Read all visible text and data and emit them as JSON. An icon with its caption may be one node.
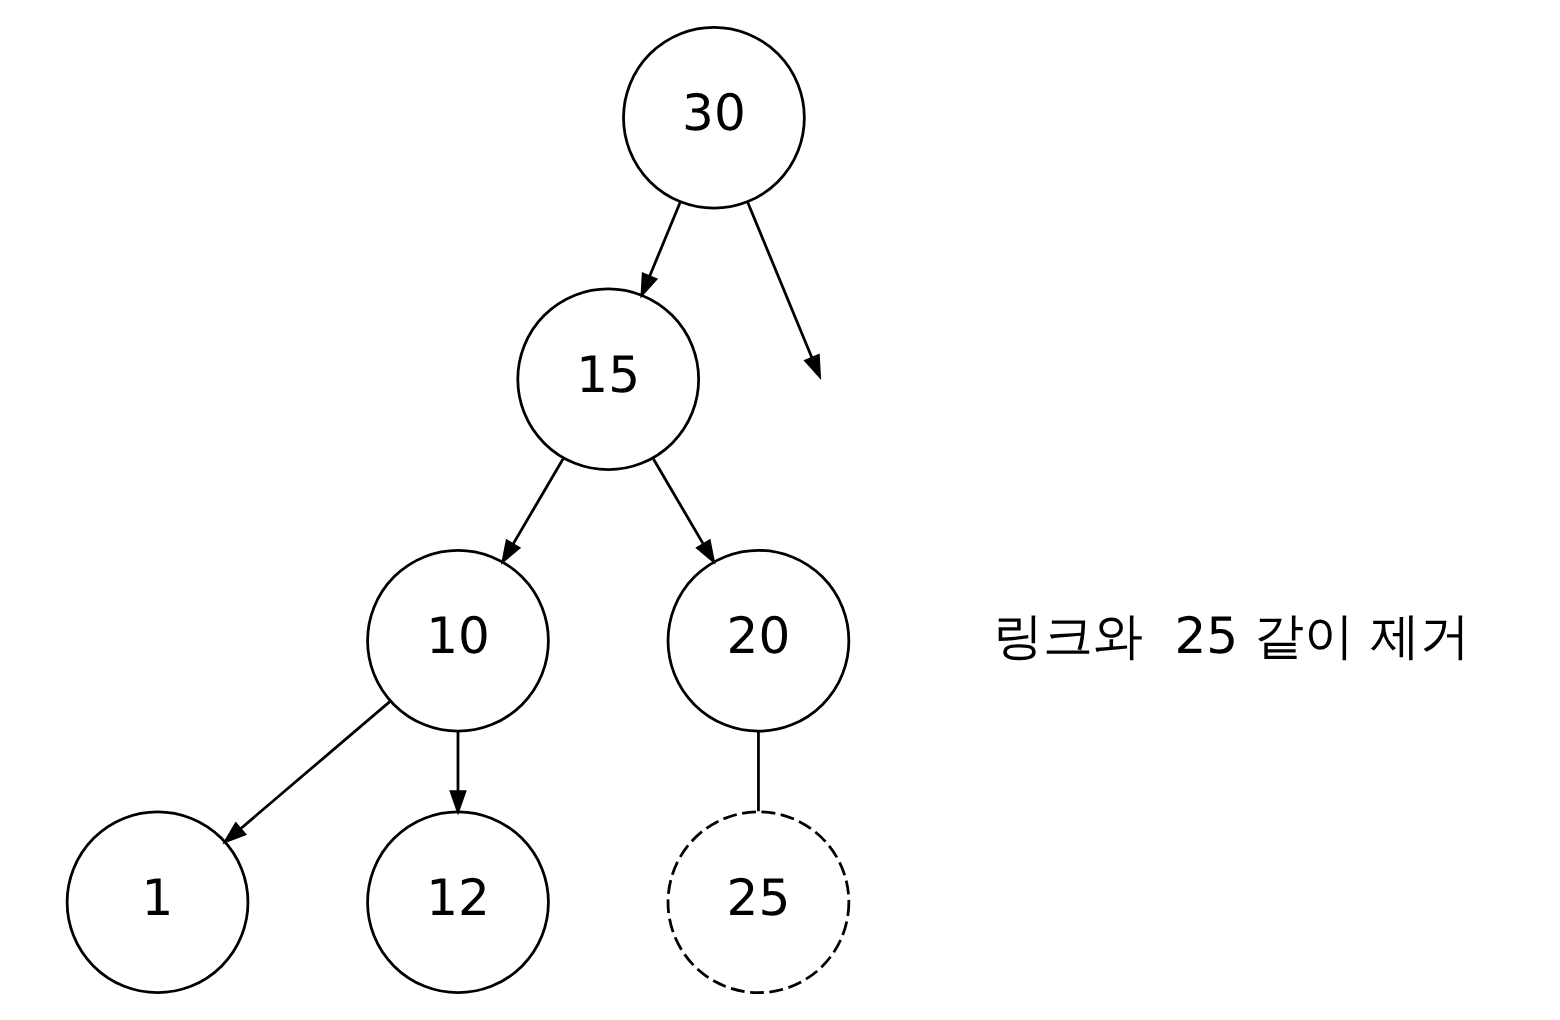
{
  "diagram": {
    "nodes": [
      {
        "text": [
          "30"
        ]
      },
      {
        "text": [
          "15"
        ]
      },
      {
        "text": [
          "10"
        ]
      },
      {
        "text": [
          "20"
        ]
      },
      {
        "text": [
          "1"
        ]
      },
      {
        "text": [
          "12"
        ]
      },
      {
        "text": [
          "25"
        ]
      }
    ],
    "edges": [
      {
        "from": 0,
        "to": 1,
        "arrow": "to"
      },
      {
        "from": 0,
        "to": null,
        "arrow": "to"
      },
      {
        "from": 1,
        "to": 2,
        "arrow": "to"
      },
      {
        "from": 1,
        "to": 3,
        "arrow": "to"
      },
      {
        "from": 2,
        "to": 4,
        "arrow": "to"
      },
      {
        "from": 2,
        "to": 5,
        "arrow": "to"
      },
      {
        "from": 3,
        "to": 6,
        "arrow": "none"
      }
    ],
    "labels": [
      "링크와  25 같이 제거"
    ]
  }
}
